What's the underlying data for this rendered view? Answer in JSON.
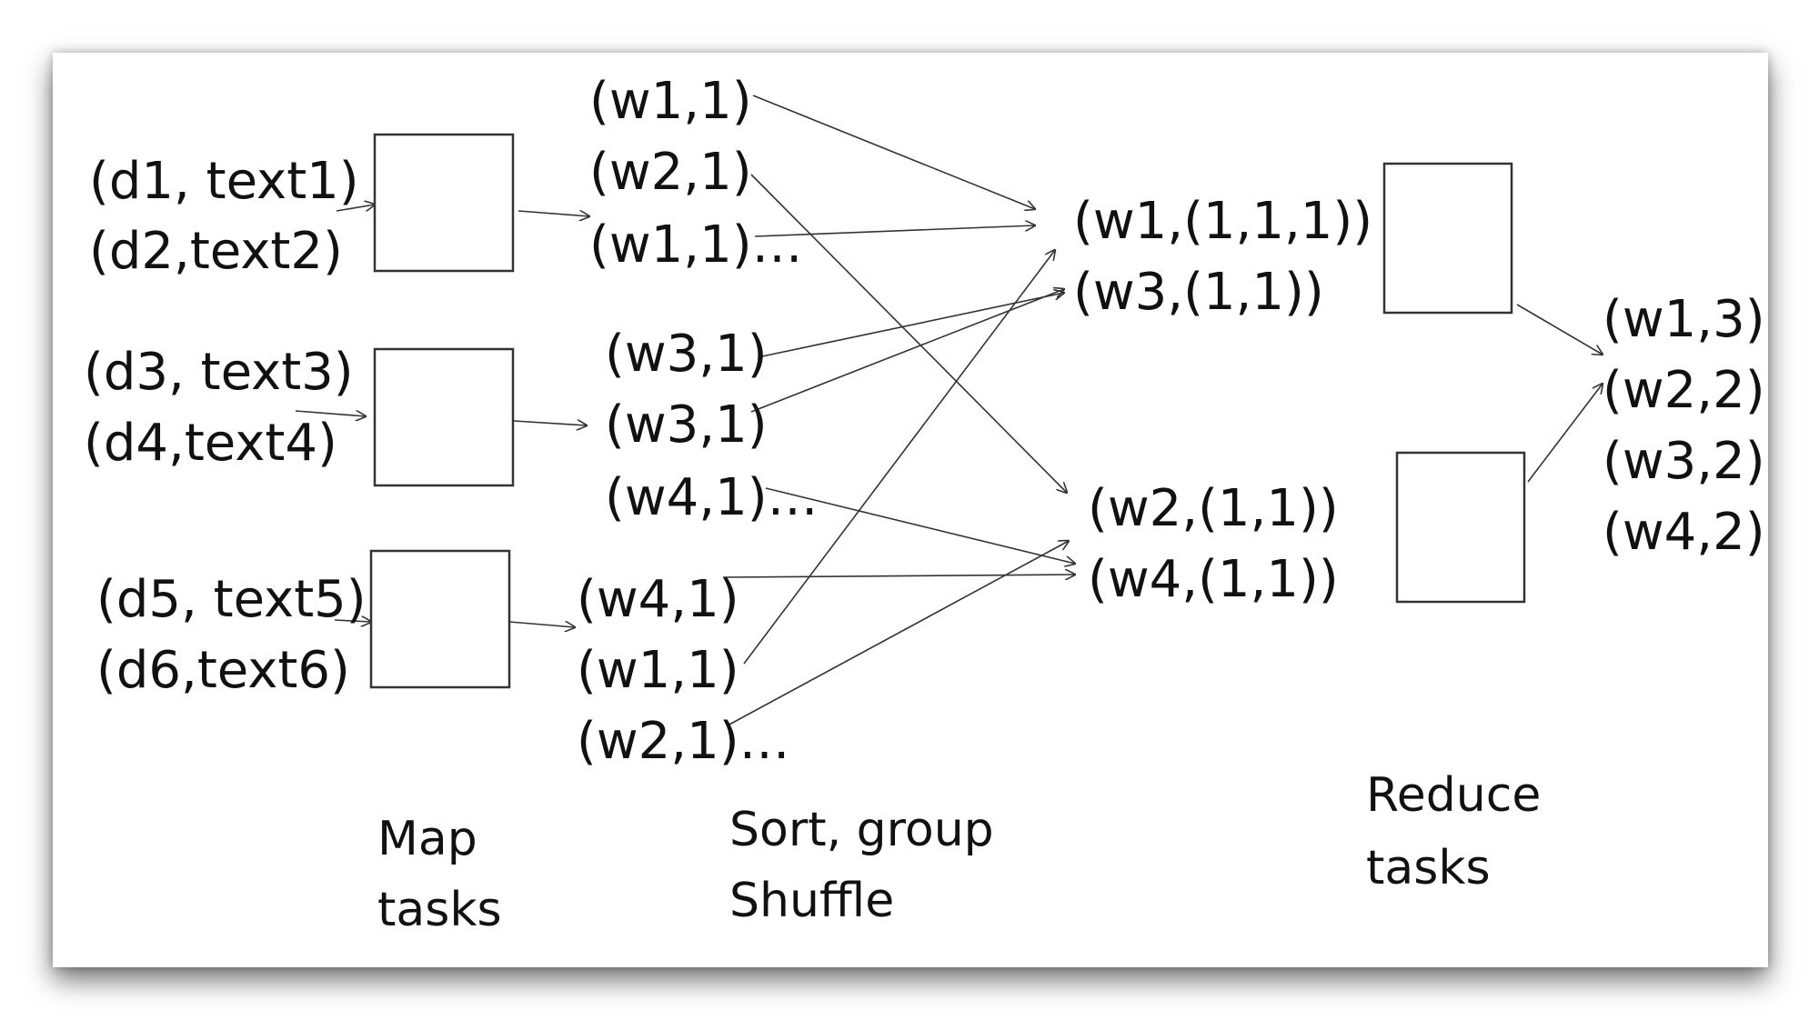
{
  "inputs": [
    "(d1, text1)",
    "(d2,text2)",
    "(d3, text3)",
    "(d4,text4)",
    "(d5, text5)",
    "(d6,text6)"
  ],
  "map_outputs": [
    "(w1,1)",
    "(w2,1)",
    "(w1,1)…",
    "(w3,1)",
    "(w3,1)",
    "(w4,1)…",
    "(w4,1)",
    "(w1,1)",
    "(w2,1)…"
  ],
  "grouped": [
    "(w1,(1,1,1))",
    "(w3,(1,1))",
    "(w2,(1,1))",
    "(w4,(1,1))"
  ],
  "results": [
    "(w1,3)",
    "(w2,2)",
    "(w3,2)",
    "(w4,2)"
  ],
  "captions": {
    "map_line1": "Map",
    "map_line2": "tasks",
    "shuffle_line1": "Sort, group",
    "shuffle_line2": "Shuffle",
    "reduce_line1": "Reduce",
    "reduce_line2": "tasks"
  },
  "colors": {
    "stroke": "#333333",
    "text": "#111111",
    "background": "#ffffff"
  }
}
